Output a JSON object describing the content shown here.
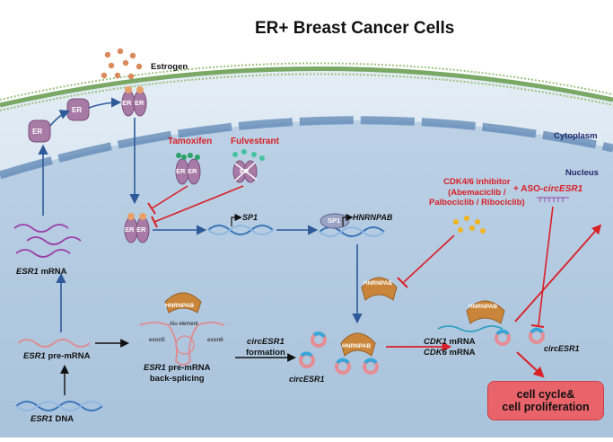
{
  "title": "ER+ Breast Cancer Cells",
  "compartments": {
    "cytoplasm": "Cytoplasm",
    "nucleus": "Nucleus"
  },
  "ligand": "Estrogen",
  "receptor": "ER",
  "drugs": {
    "tamoxifen": "Tamoxifen",
    "fulvestrant": "Fulvestrant",
    "cdk_inhibitor": {
      "line1": "CDK4/6 inhibitor",
      "line2": "(Abemaciclib /",
      "line3": "Palbociclib / Ribociclib)"
    },
    "aso": {
      "prefix": "+ ASO-",
      "target": "circESR1"
    }
  },
  "genes": {
    "sp1": "SP1",
    "hnrnpab": "HNRNPAB"
  },
  "proteins": {
    "sp1": "SP1",
    "hnrnpab": "HNRNPAB"
  },
  "esr1": {
    "gene": "ESR1",
    "dna_suffix": " DNA",
    "mrna_suffix": " mRNA",
    "pre_mrna_suffix": " pre-mRNA",
    "backsplicing_line1_suffix": " pre-mRNA",
    "backsplicing_line2": "back-splicing"
  },
  "splice_labels": {
    "alu": "Alu element",
    "exon5": "exon5",
    "exon6": "exon6"
  },
  "circ": {
    "name": "circESR1",
    "formation_line2": "formation"
  },
  "targets": {
    "cdk1_gene": "CDK1",
    "cdk6_gene": "CDK6",
    "mrna_suffix": " mRNA"
  },
  "outcome": {
    "line1": "cell cycle&",
    "line2": "cell proliferation"
  },
  "colors": {
    "background_cyto": "#c9d9e8",
    "background_nucleus": "#b5cce0",
    "membrane": "#6b9a5c",
    "receptor": "#a87ba7",
    "hnrnpab": "#c9853a",
    "arrow_blue": "#2f5a9a",
    "arrow_red": "#d92027",
    "outcome_box": "#e9636a"
  }
}
